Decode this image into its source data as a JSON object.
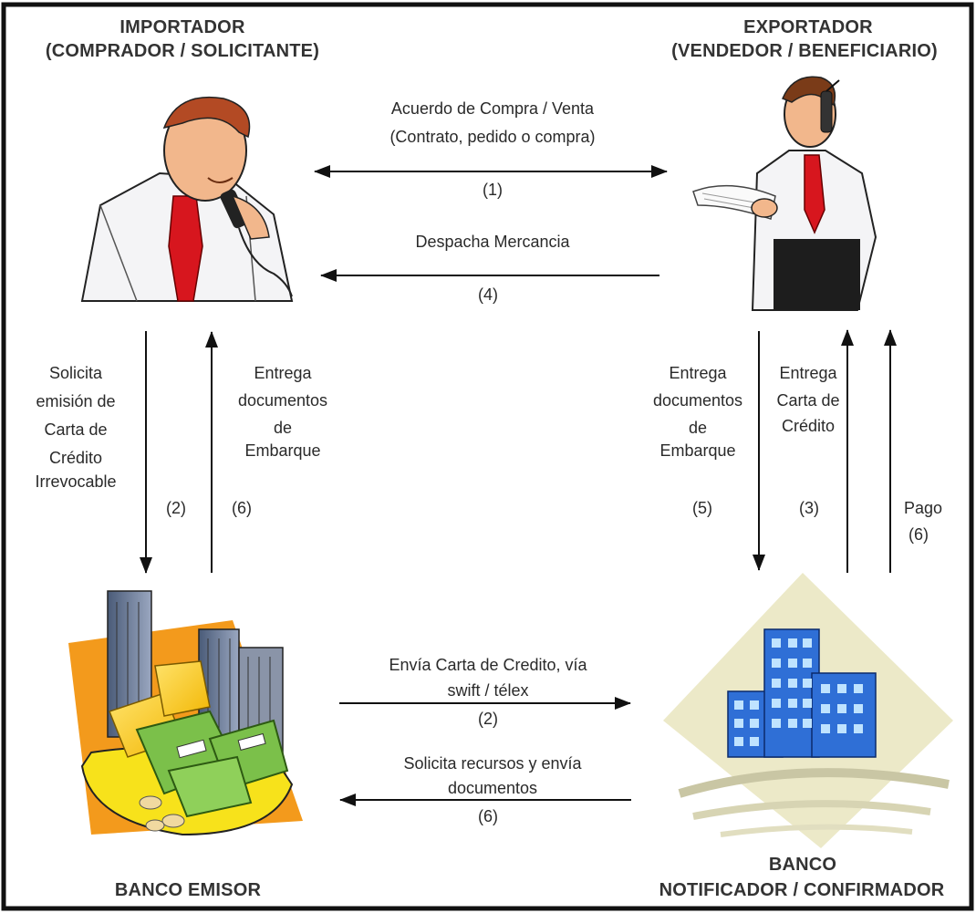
{
  "importer": {
    "line1": "IMPORTADOR",
    "line2": "(COMPRADOR / SOLICITANTE)"
  },
  "exporter": {
    "line1": "EXPORTADOR",
    "line2": "(VENDEDOR / BENEFICIARIO)"
  },
  "issuing_bank": {
    "label": "BANCO EMISOR"
  },
  "advising_bank": {
    "line1": "BANCO",
    "line2": "NOTIFICADOR / CONFIRMADOR"
  },
  "flows": {
    "agreement": {
      "line1": "Acuerdo de Compra / Venta",
      "line2": "(Contrato, pedido o compra)",
      "step": "(1)"
    },
    "dispatch": {
      "line1": "Despacha Mercancia",
      "step": "(4)"
    },
    "request_lc": {
      "lines": [
        "Solicita",
        "emisión de",
        "Carta de",
        "Crédito",
        "Irrevocable"
      ],
      "step": "(2)"
    },
    "deliver_docs_importer": {
      "lines": [
        "Entrega",
        "documentos",
        "de",
        "Embarque"
      ],
      "step": "(6)"
    },
    "deliver_docs_exporter": {
      "lines": [
        "Entrega",
        "documentos",
        "de",
        "Embarque"
      ],
      "step": "(5)"
    },
    "deliver_lc": {
      "lines": [
        "Entrega",
        "Carta de",
        "Crédito"
      ],
      "step": "(3)"
    },
    "payment": {
      "line1": "Pago",
      "step": "(6)"
    },
    "send_lc": {
      "line1": "Envía Carta de Credito, vía",
      "line2": "swift / télex",
      "step": "(2)"
    },
    "request_funds": {
      "line1": "Solicita recursos y envía",
      "line2": "documentos",
      "step": "(6)"
    }
  }
}
